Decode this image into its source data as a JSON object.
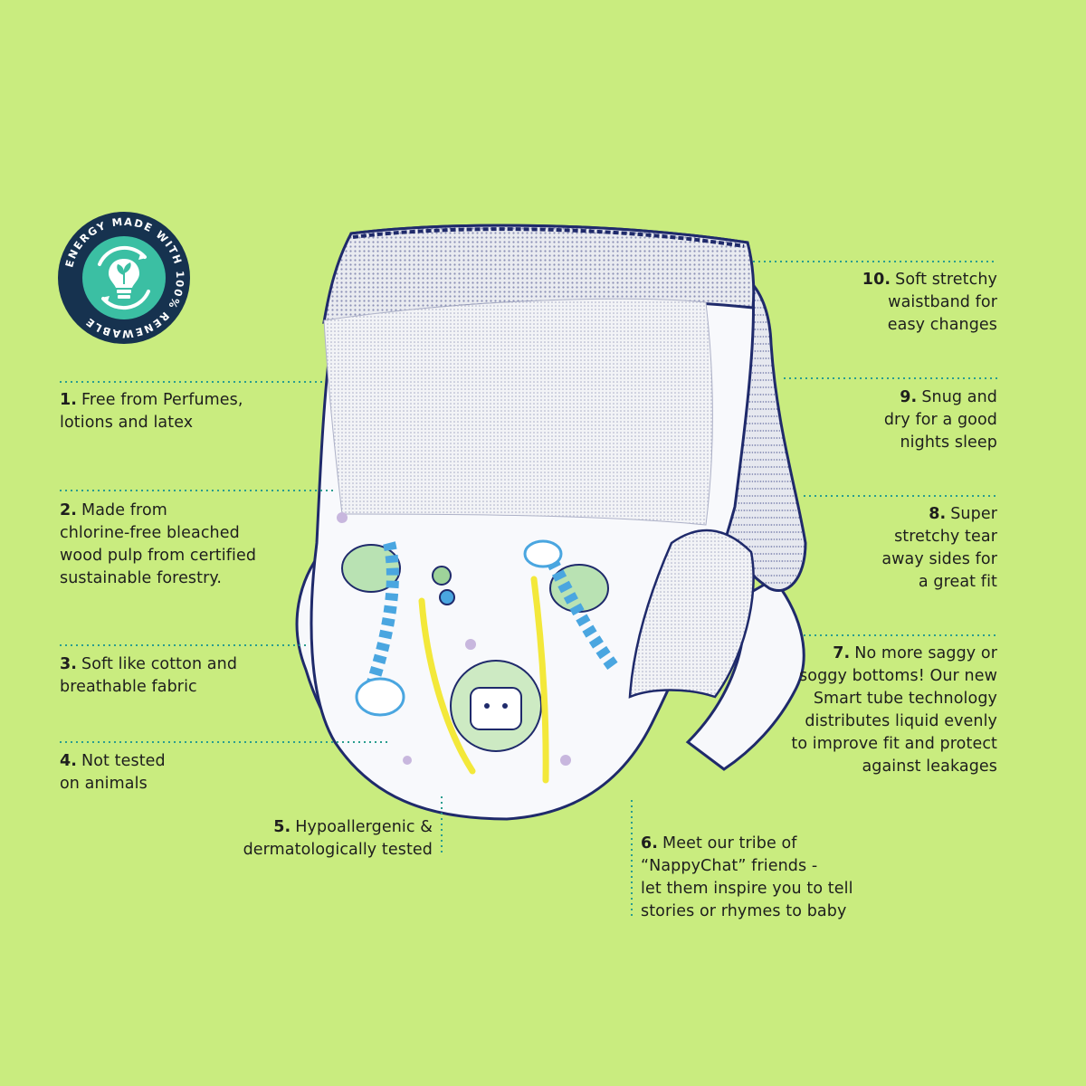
{
  "badge": {
    "text": "ENERGY MADE WITH 100% RENEWABLE",
    "icon": "lightbulb-leaf-icon",
    "colors": {
      "outer": "#16324f",
      "inner": "#3bbfa3",
      "text": "#ffffff"
    }
  },
  "features": [
    {
      "number": "1.",
      "lines": [
        "Free from Perfumes,",
        "lotions and latex"
      ]
    },
    {
      "number": "2.",
      "lines": [
        "Made from",
        "chlorine-free bleached",
        "wood pulp from certified",
        "sustainable forestry."
      ]
    },
    {
      "number": "3.",
      "lines": [
        "Soft like cotton and",
        "breathable fabric"
      ]
    },
    {
      "number": "4.",
      "lines": [
        "Not tested",
        "on animals"
      ]
    },
    {
      "number": "5.",
      "lines": [
        "Hypoallergenic &",
        "dermatologically tested"
      ]
    },
    {
      "number": "6.",
      "lines": [
        "Meet our tribe of",
        "“NappyChat” friends -",
        "let them inspire you to tell",
        "stories or rhymes to baby"
      ]
    },
    {
      "number": "7.",
      "lines": [
        "No more saggy or",
        "soggy bottoms! Our new",
        "Smart tube technology",
        "distributes liquid evenly",
        "to improve fit and protect",
        "against leakages"
      ]
    },
    {
      "number": "8.",
      "lines": [
        "Super",
        "stretchy tear",
        "away sides for",
        "a great fit"
      ]
    },
    {
      "number": "9.",
      "lines": [
        "Snug and",
        "dry for a good",
        "nights sleep"
      ]
    },
    {
      "number": "10.",
      "lines": [
        "Soft stretchy",
        "waistband for",
        "easy changes"
      ]
    }
  ],
  "colors": {
    "background": "#c9ec7f",
    "leader_line": "#2a9d8f",
    "nappy_outline": "#1f2a6b",
    "smart_tube": "#f3e83a",
    "print_green": "#9ed39a",
    "print_blue": "#4aa6e0"
  }
}
